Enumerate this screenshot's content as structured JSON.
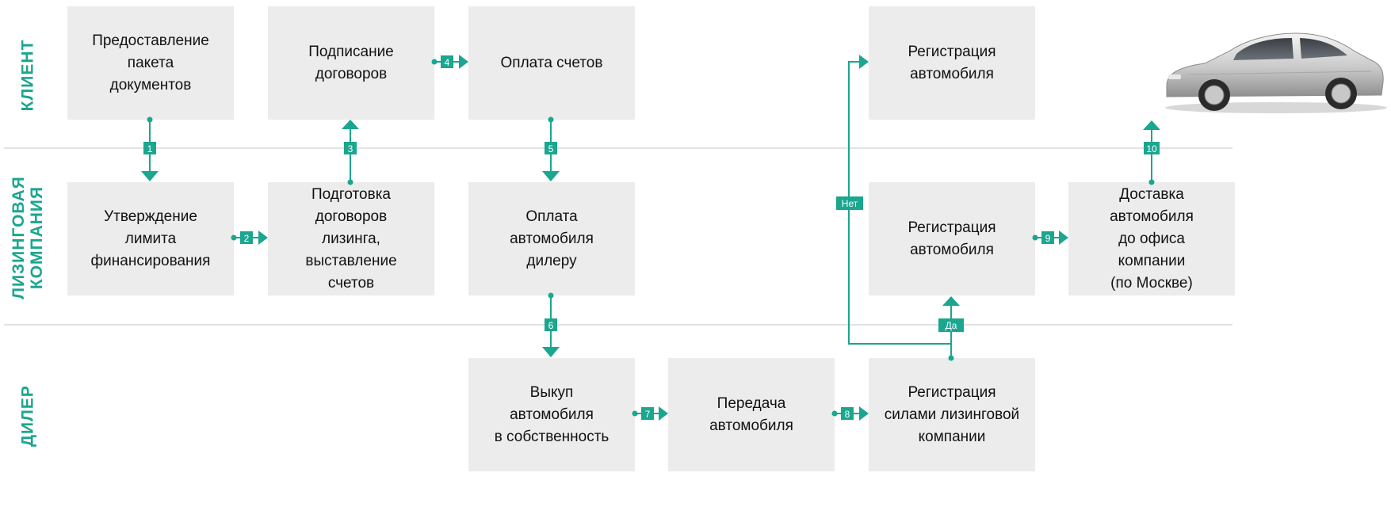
{
  "lanes": {
    "client": "КЛИЕНТ",
    "leasing": "ЛИЗИНГОВАЯ\nКОМПАНИЯ",
    "dealer": "ДИЛЕР"
  },
  "boxes": {
    "docs": "Предоставление\nпакета\nдокументов",
    "sign": "Подписание\nдоговоров",
    "pay_bills": "Оплата счетов",
    "reg_client": "Регистрация\nавтомобиля",
    "limit": "Утверждение\nлимита\nфинансирования",
    "prepare": "Подготовка\nдоговоров\nлизинга,\nвыставление\nсчетов",
    "pay_dealer": "Оплата\nавтомобиля\nдилеру",
    "reg_leasing": "Регистрация\nавтомобиля",
    "delivery": "Доставка\nавтомобиля\nдо офиса\nкомпании\n(по Москве)",
    "buyout": "Выкуп\nавтомобиля\nв собственность",
    "transfer": "Передача\nавтомобиля",
    "reg_by_leasing": "Регистрация\nсилами лизинговой\nкомпании"
  },
  "steps": [
    "1",
    "2",
    "3",
    "4",
    "5",
    "6",
    "7",
    "8",
    "9",
    "10"
  ],
  "decision": {
    "no": "Нет",
    "yes": "Да"
  },
  "colors": {
    "accent": "#1aa68f",
    "box": "#ececec",
    "divider": "#e3e3e3"
  },
  "image": "car-image"
}
